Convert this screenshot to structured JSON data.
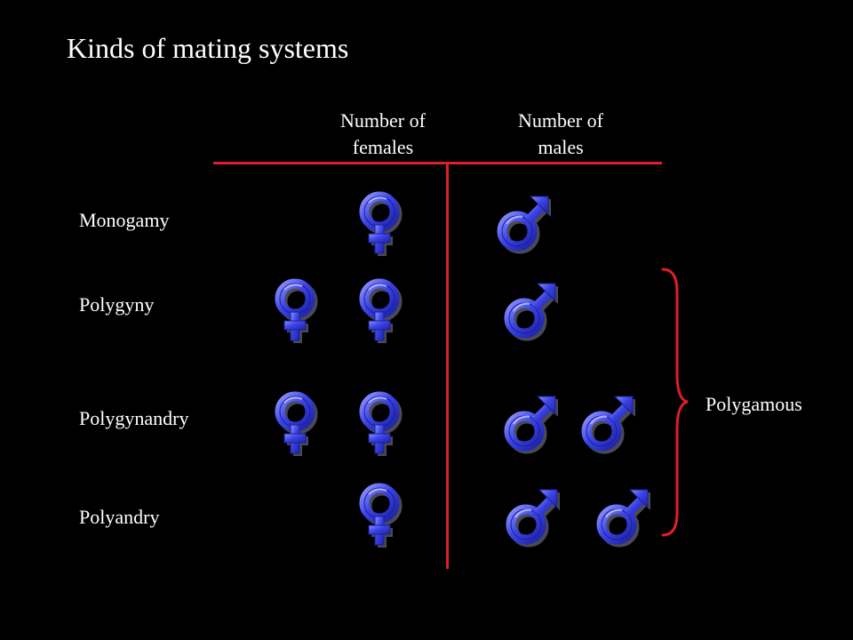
{
  "title": "Kinds of mating systems",
  "columns": {
    "females": [
      "Number of",
      "females"
    ],
    "males": [
      "Number of",
      "males"
    ]
  },
  "rows": [
    {
      "label": "Monogamy",
      "females": 1,
      "males": 1
    },
    {
      "label": "Polygyny",
      "females": 2,
      "males": 1
    },
    {
      "label": "Polygynandry",
      "females": 2,
      "males": 2
    },
    {
      "label": "Polyandry",
      "females": 1,
      "males": 2
    }
  ],
  "group": {
    "label": "Polygamous",
    "rows": [
      "Polygyny",
      "Polygynandry",
      "Polyandry"
    ]
  },
  "icons": {
    "female": "female-symbol-icon",
    "male": "male-symbol-icon"
  },
  "colors": {
    "background": "#000000",
    "text": "#ffffff",
    "rule": "#e01e24",
    "symbol_fill": "#2f36d8",
    "symbol_highlight": "#8a90ff",
    "symbol_shadow": "#5a5a66"
  }
}
